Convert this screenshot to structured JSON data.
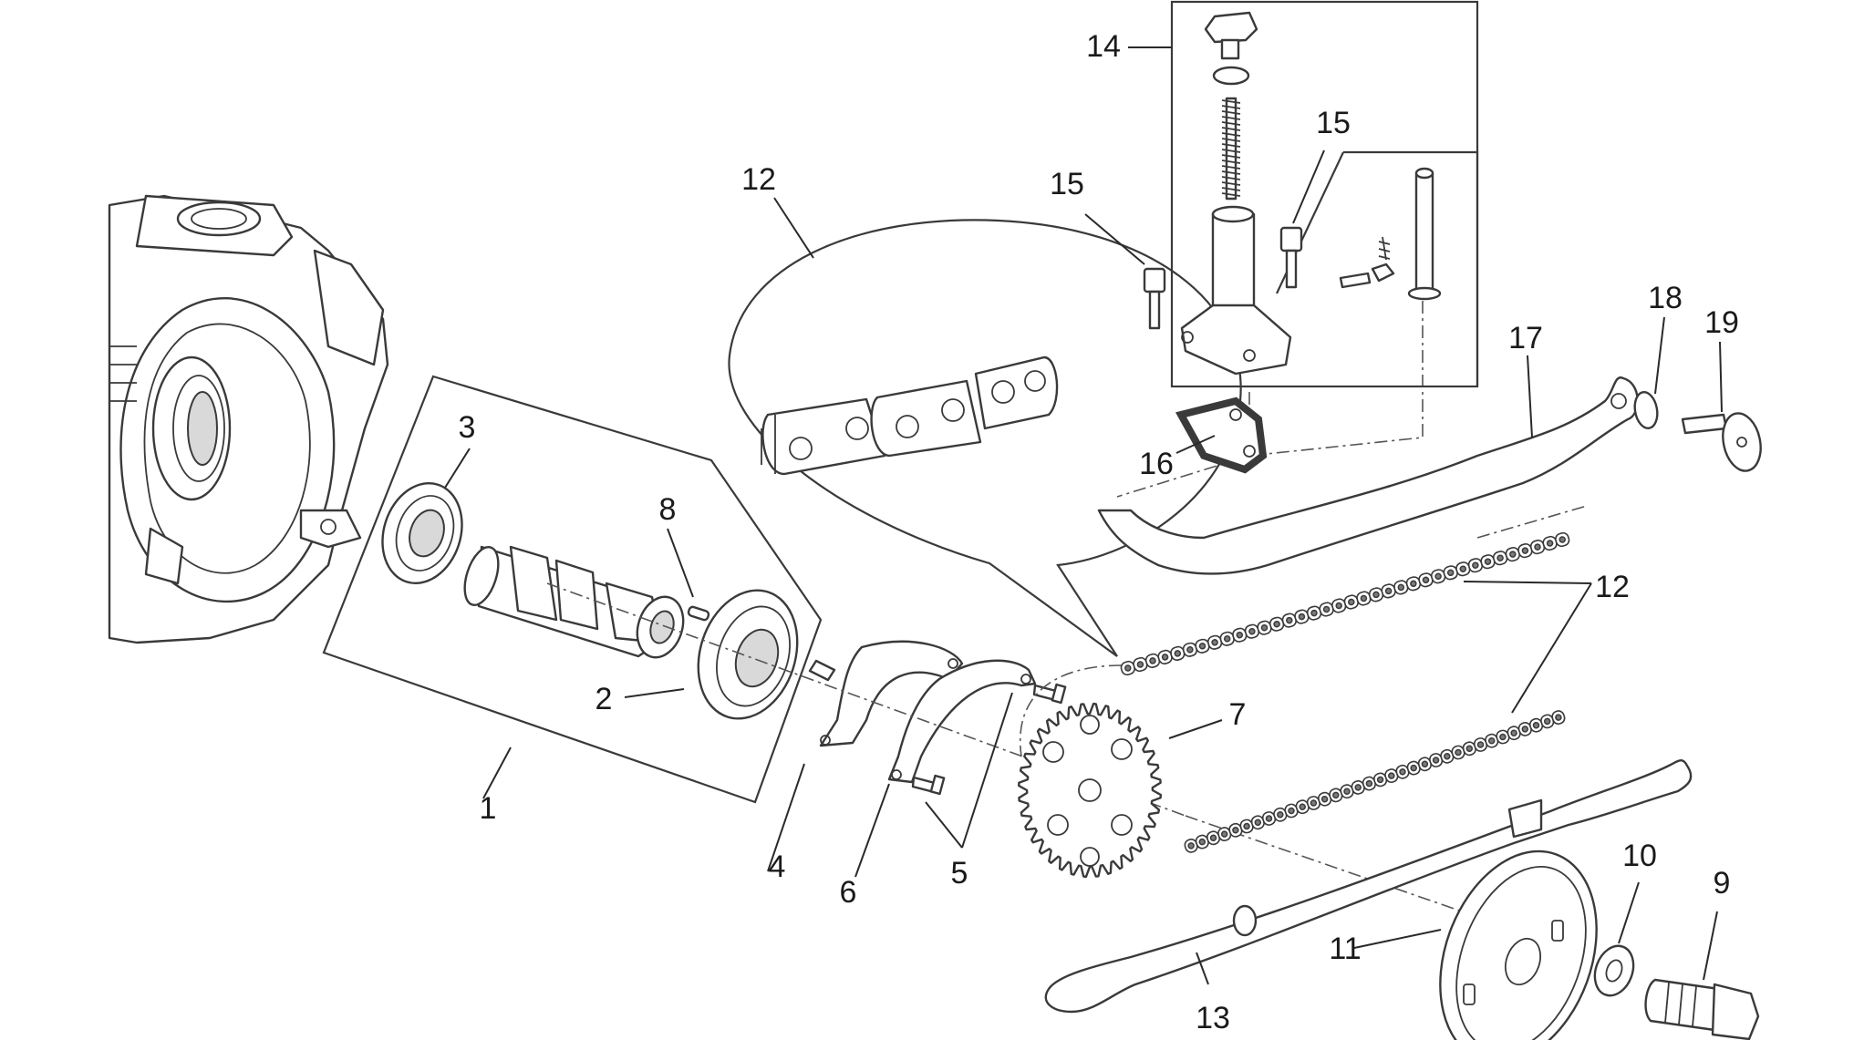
{
  "callouts": [
    {
      "id": "label-1",
      "text": "1"
    },
    {
      "id": "label-2",
      "text": "2"
    },
    {
      "id": "label-3",
      "text": "3"
    },
    {
      "id": "label-4",
      "text": "4"
    },
    {
      "id": "label-5",
      "text": "5"
    },
    {
      "id": "label-6",
      "text": "6"
    },
    {
      "id": "label-7",
      "text": "7"
    },
    {
      "id": "label-8",
      "text": "8"
    },
    {
      "id": "label-9",
      "text": "9"
    },
    {
      "id": "label-10",
      "text": "10"
    },
    {
      "id": "label-11",
      "text": "11"
    },
    {
      "id": "label-12-inset",
      "text": "12"
    },
    {
      "id": "label-12-chain",
      "text": "12"
    },
    {
      "id": "label-13",
      "text": "13"
    },
    {
      "id": "label-14",
      "text": "14"
    },
    {
      "id": "label-15-left",
      "text": "15"
    },
    {
      "id": "label-15-right",
      "text": "15"
    },
    {
      "id": "label-16",
      "text": "16"
    },
    {
      "id": "label-17",
      "text": "17"
    },
    {
      "id": "label-18",
      "text": "18"
    },
    {
      "id": "label-19",
      "text": "19"
    }
  ]
}
